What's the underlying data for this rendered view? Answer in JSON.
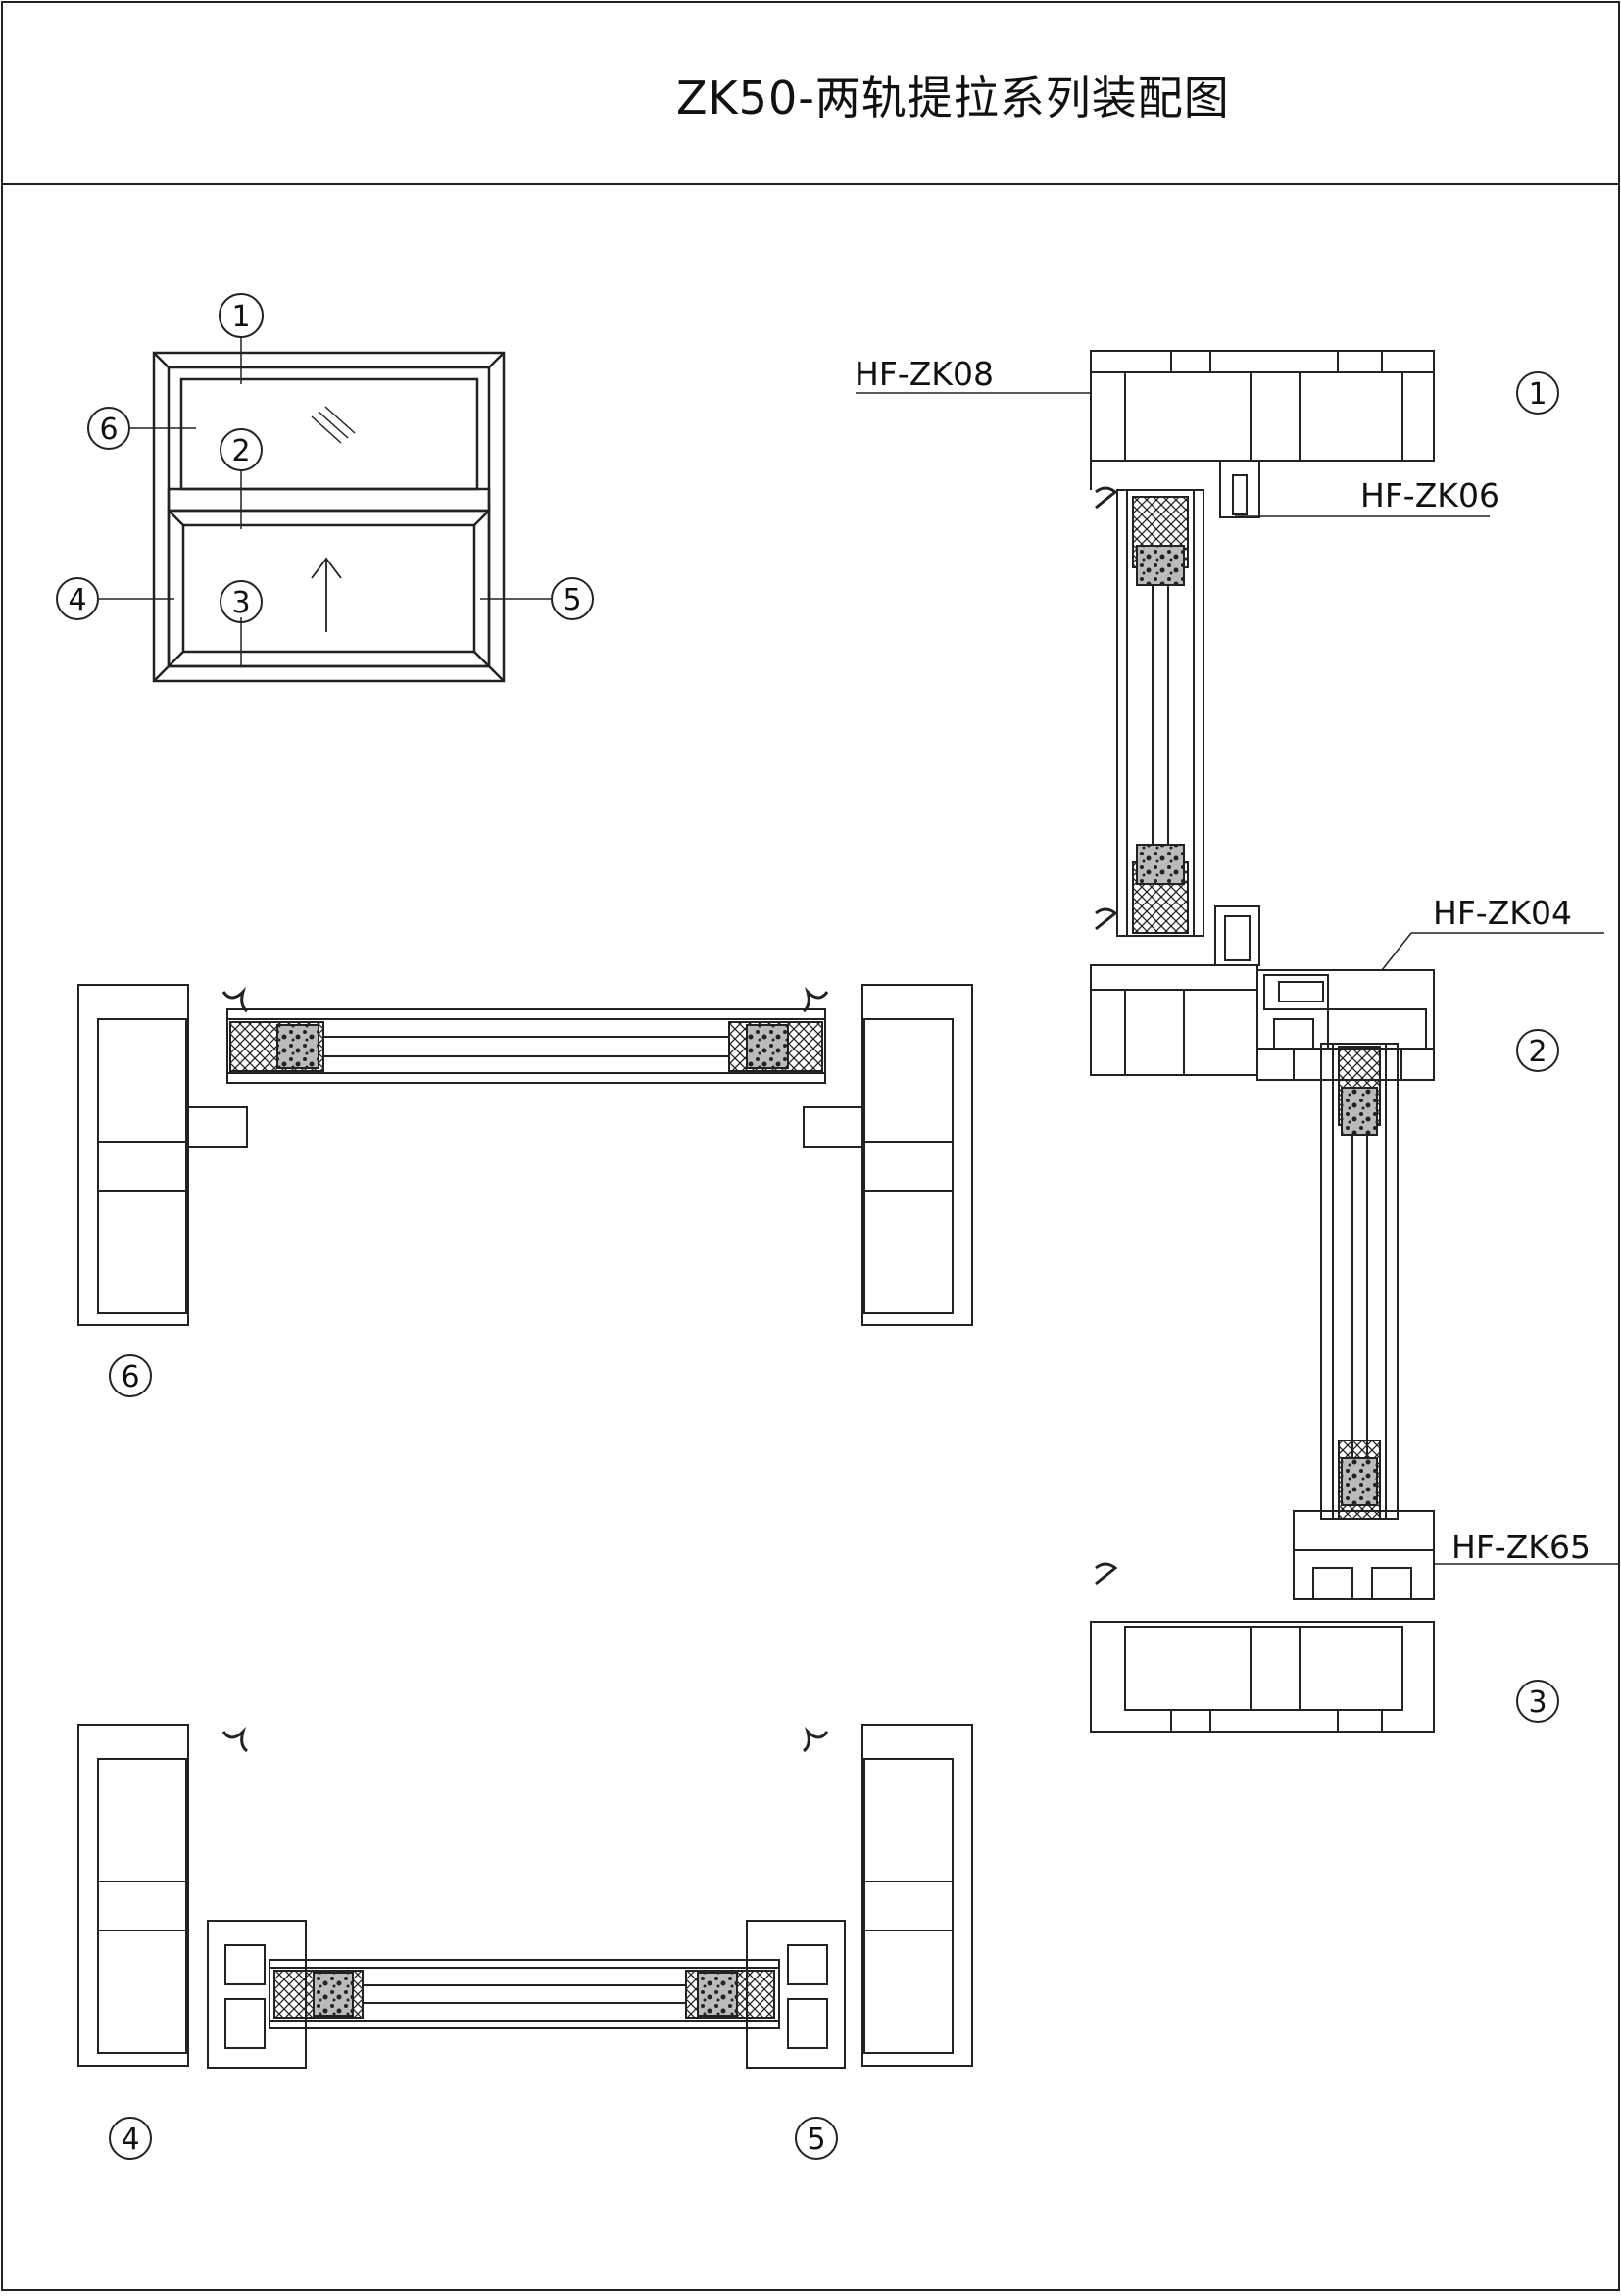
{
  "title": "ZK50-两轨提拉系列装配图",
  "markers": {
    "m1": "1",
    "m2": "2",
    "m3": "3",
    "m4": "4",
    "m5": "5",
    "m6": "6"
  },
  "profiles": {
    "zk08": "HF-ZK08",
    "zk06": "HF-ZK06",
    "zk04": "HF-ZK04",
    "zk65": "HF-ZK65"
  },
  "section_labels": {
    "s1": "1",
    "s2": "2",
    "s3": "3",
    "s4": "4",
    "s5": "5",
    "s6": "6"
  }
}
